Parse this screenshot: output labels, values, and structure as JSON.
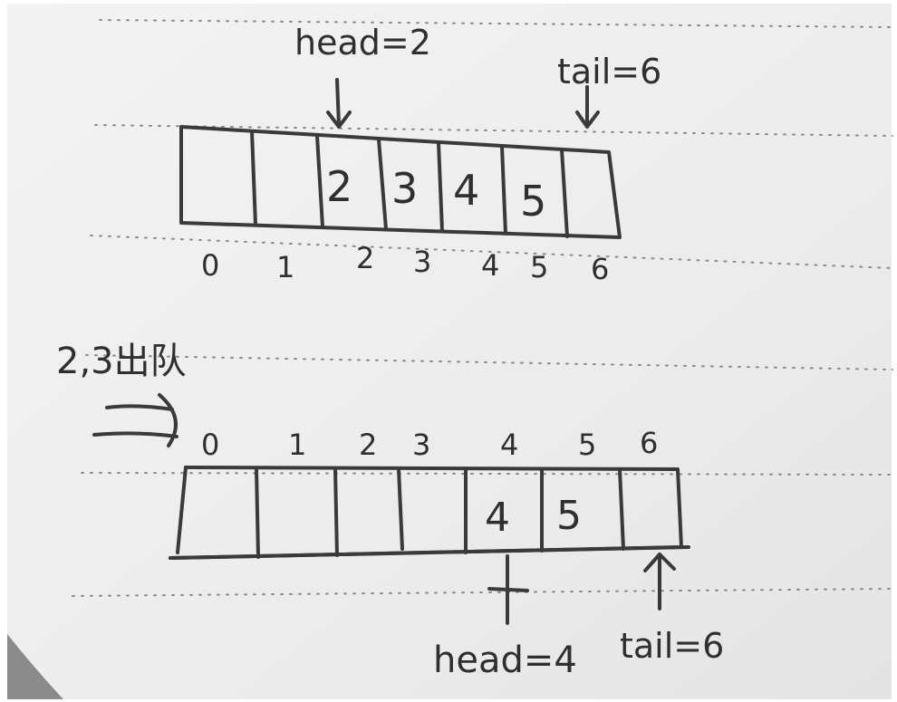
{
  "diagram_top": {
    "head_label": "head=2",
    "tail_label": "tail=6",
    "cells": [
      "",
      "",
      "2",
      "3",
      "4",
      "5",
      ""
    ],
    "indices": [
      "0",
      "1",
      "2",
      "3",
      "4",
      "5",
      "6"
    ]
  },
  "caption": "2,3出队",
  "diagram_bottom": {
    "head_label": "head=4",
    "tail_label": "tail=6",
    "cells": [
      "",
      "",
      "",
      "",
      "4",
      "5",
      ""
    ],
    "indices": [
      "0",
      "1",
      "2",
      "3",
      "4",
      "5",
      "6"
    ]
  },
  "colors": {
    "paper": "#ededed",
    "ink": "#3a3a3a",
    "dotted_lines": "#8a8a8a"
  }
}
